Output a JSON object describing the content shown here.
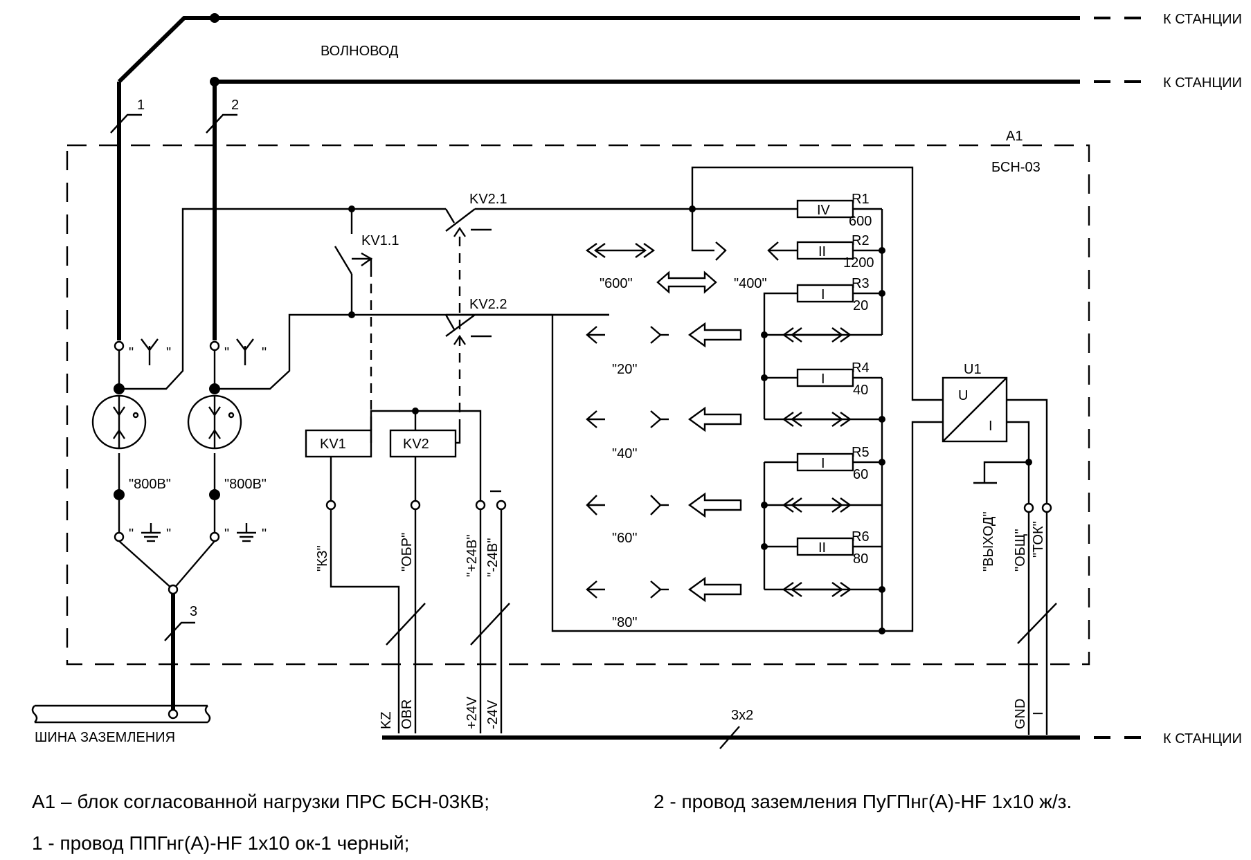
{
  "labels": {
    "waveguide": "ВОЛНОВОД",
    "to_station": "К СТАНЦИИ",
    "ground_bus": "ШИНА ЗАЗЕМЛЕНИЯ",
    "block_designator": "А1",
    "block_model": "БСН-03",
    "wire1": "1",
    "wire2": "2",
    "wire3": "3",
    "antenna_left_a": "\"",
    "antenna_left_b": "\"",
    "arrester_left": "\"800В\"",
    "arrester_right": "\"800В\"",
    "kv1_1": "KV1.1",
    "kv2_1": "KV2.1",
    "kv2_2": "KV2.2",
    "relay_kv1": "KV1",
    "relay_kv2": "KV2",
    "pin_kz_ru": "\"КЗ\"",
    "pin_obr_ru": "\"ОБР\"",
    "pin_p24_ru": "\"+24В\"",
    "pin_m24_ru": "\"-24В\"",
    "pin_kz": "KZ",
    "pin_obr": "OBR",
    "pin_p24": "+24V",
    "pin_m24": "-24V",
    "pin_gnd": "GND",
    "pin_i": "I",
    "pin_out_ru": "\"ВЫХОД\"",
    "pin_common_ru": "\"ОБЩ\"",
    "pin_current_ru": "\"ТОК\"",
    "cable": "3х2",
    "u1": "U1",
    "u1_in": "U",
    "u1_out": "I",
    "pos_600": "\"600\"",
    "pos_400": "\"400\"",
    "pos_20": "\"20\"",
    "pos_40": "\"40\"",
    "pos_60": "\"60\"",
    "pos_80": "\"80\""
  },
  "resistors": [
    {
      "ref": "R1",
      "value": "600",
      "mark": "IV"
    },
    {
      "ref": "R2",
      "value": "1200",
      "mark": "II"
    },
    {
      "ref": "R3",
      "value": "20",
      "mark": "I"
    },
    {
      "ref": "R4",
      "value": "40",
      "mark": "I"
    },
    {
      "ref": "R5",
      "value": "60",
      "mark": "I"
    },
    {
      "ref": "R6",
      "value": "80",
      "mark": "II"
    }
  ],
  "legend": {
    "item_a1": "А1 – блок согласованной нагрузки ПРС БСН-03КВ;",
    "item_1": "1 - провод ППГнг(А)-HF 1х10 ок-1 черный;",
    "item_2": "2 - провод заземления ПуГПнг(А)-HF 1х10 ж/з."
  }
}
